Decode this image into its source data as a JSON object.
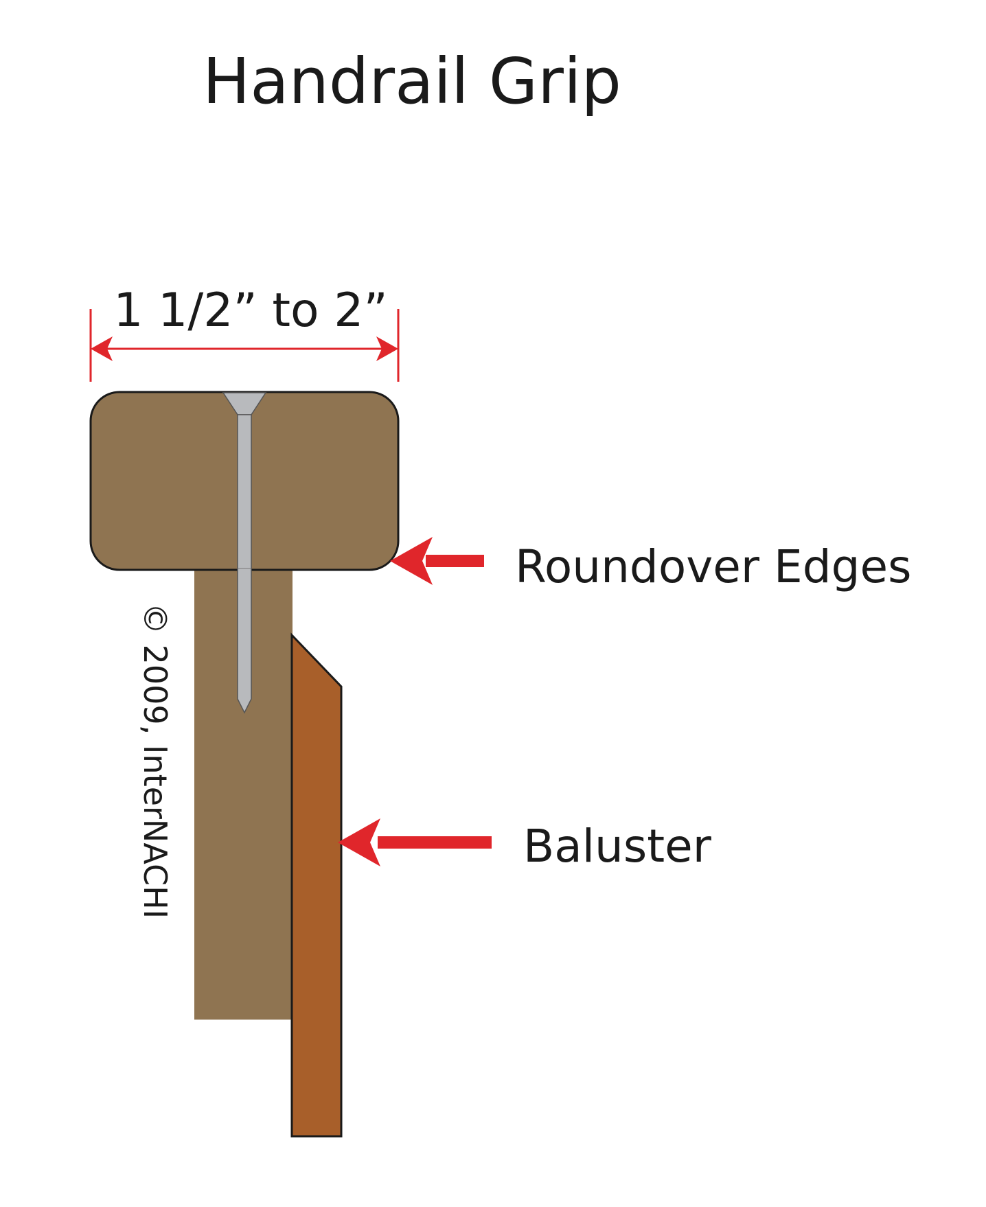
{
  "title": "Handrail Grip",
  "dimension_label": "1 1/2” to 2”",
  "callouts": [
    {
      "label": "Roundover Edges"
    },
    {
      "label": "Baluster"
    }
  ],
  "copyright": "© 2009, InterNACHI",
  "colors": {
    "rail": "#8f7451",
    "baluster": "#a85f2a",
    "screw": "#b8babd",
    "arrow": "#e0262b",
    "outline": "#1a1a1a",
    "text": "#1a1a1a"
  }
}
